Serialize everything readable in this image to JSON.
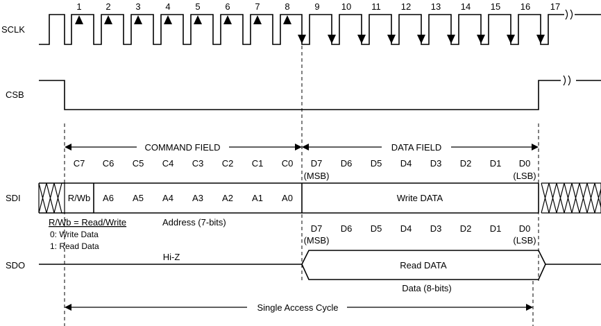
{
  "signals": {
    "sclk": "SCLK",
    "csb": "CSB",
    "sdi": "SDI",
    "sdo": "SDO"
  },
  "clock_numbers": [
    "1",
    "2",
    "3",
    "4",
    "5",
    "6",
    "7",
    "8",
    "9",
    "10",
    "11",
    "12",
    "13",
    "14",
    "15",
    "16",
    "17"
  ],
  "fields": {
    "command": "COMMAND FIELD",
    "data": "DATA FIELD"
  },
  "command_bits": [
    "C7",
    "C6",
    "C5",
    "C4",
    "C3",
    "C2",
    "C1",
    "C0"
  ],
  "data_bits": [
    "D7",
    "D6",
    "D5",
    "D4",
    "D3",
    "D2",
    "D1",
    "D0"
  ],
  "msb": "(MSB)",
  "lsb": "(LSB)",
  "sdi_cells": {
    "rw": "R/Wb",
    "address": [
      "A6",
      "A5",
      "A4",
      "A3",
      "A2",
      "A1",
      "A0"
    ],
    "write": "Write DATA"
  },
  "notes": {
    "rw_def": "R/Wb = Read/Write",
    "write_data": "0: Write Data",
    "read_data": "1: Read Data",
    "address": "Address (7-bits)"
  },
  "sdo": {
    "hiz": "Hi-Z",
    "read": "Read DATA",
    "data_size": "Data (8-bits)"
  },
  "cycle": "Single Access Cycle",
  "colors": {
    "line": "#000000",
    "background": "#ffffff"
  }
}
